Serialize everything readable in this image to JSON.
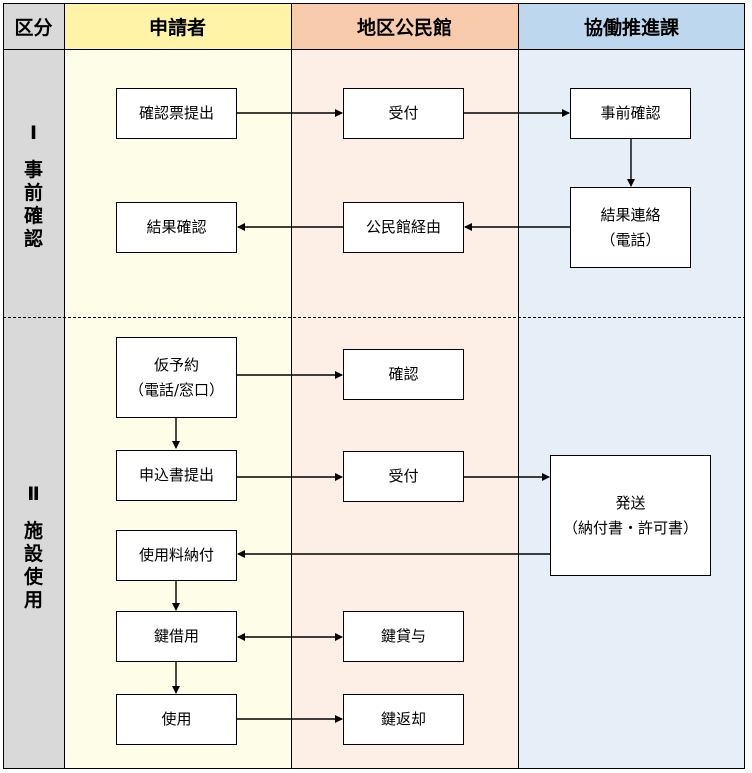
{
  "header": {
    "category": "区分",
    "applicant": "申請者",
    "community_center": "地区公民館",
    "collaboration_division": "協働推進課"
  },
  "sections": {
    "prior_check": {
      "numeral": "Ⅰ",
      "chars": [
        "事",
        "前",
        "確",
        "認"
      ]
    },
    "facility_use": {
      "numeral": "Ⅱ",
      "chars": [
        "施",
        "設",
        "使",
        "用"
      ]
    }
  },
  "boxes": {
    "confirm_ticket_submit": [
      "確認票提出"
    ],
    "reception_1": [
      "受付"
    ],
    "prior_confirmation": [
      "事前確認"
    ],
    "result_contact": [
      "結果連絡",
      "（電話）"
    ],
    "via_center": [
      "公民館経由"
    ],
    "result_check": [
      "結果確認"
    ],
    "tentative_booking": [
      "仮予約",
      "（電話/窓口）"
    ],
    "confirmation": [
      "確認"
    ],
    "application_submit": [
      "申込書提出"
    ],
    "reception_2": [
      "受付"
    ],
    "dispatch": [
      "発送",
      "（納付書・許可書）"
    ],
    "fee_payment": [
      "使用料納付"
    ],
    "key_borrow": [
      "鍵借用"
    ],
    "key_lend": [
      "鍵貸与"
    ],
    "use": [
      "使用"
    ],
    "key_return": [
      "鍵返却"
    ]
  },
  "colors": {
    "category_bg": "#d9d9d9",
    "applicant_header": "#fff3a8",
    "applicant_body": "#fefee8",
    "center_header": "#f8cbad",
    "center_body": "#fdefe5",
    "division_header": "#bdd7ee",
    "division_body": "#e6eef8"
  }
}
